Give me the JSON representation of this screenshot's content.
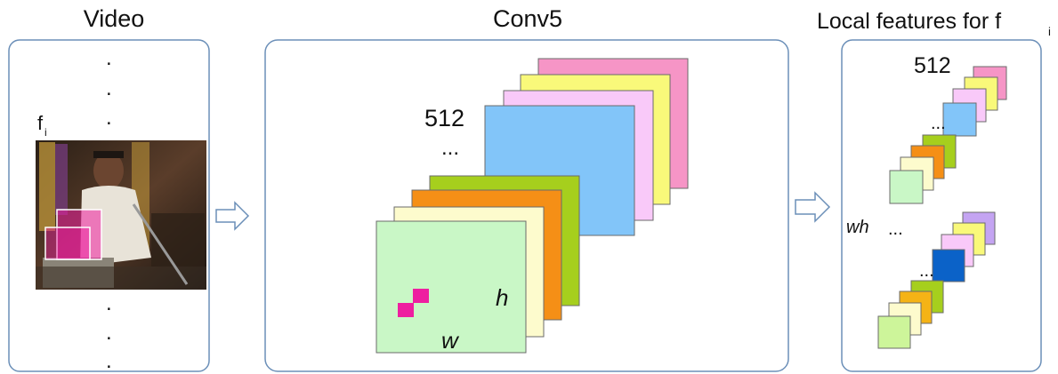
{
  "panels": {
    "video": {
      "title": "Video",
      "frame_label": "f",
      "frame_subscript": "i"
    },
    "conv5": {
      "title": "Conv5",
      "depth_label": "512",
      "ellipsis": "...",
      "h_label": "h",
      "w_label": "w"
    },
    "local": {
      "title": "Local features for f",
      "title_subscript": "i",
      "depth_label": "512",
      "ellipsis": "...",
      "wh_label": "wh"
    }
  },
  "frame_dots": [
    ".",
    ".",
    "."
  ],
  "colors": {
    "panel_border": "#6b8fb8",
    "arrow_border": "#6b8fb8",
    "highlight": "#ee1fa0",
    "layers": [
      "#c9f7c6",
      "#fdfbcd",
      "#f58f16",
      "#a6cf1d",
      "#82c5f9",
      "#f9c9f9",
      "#f9f97a",
      "#f695c6"
    ]
  }
}
